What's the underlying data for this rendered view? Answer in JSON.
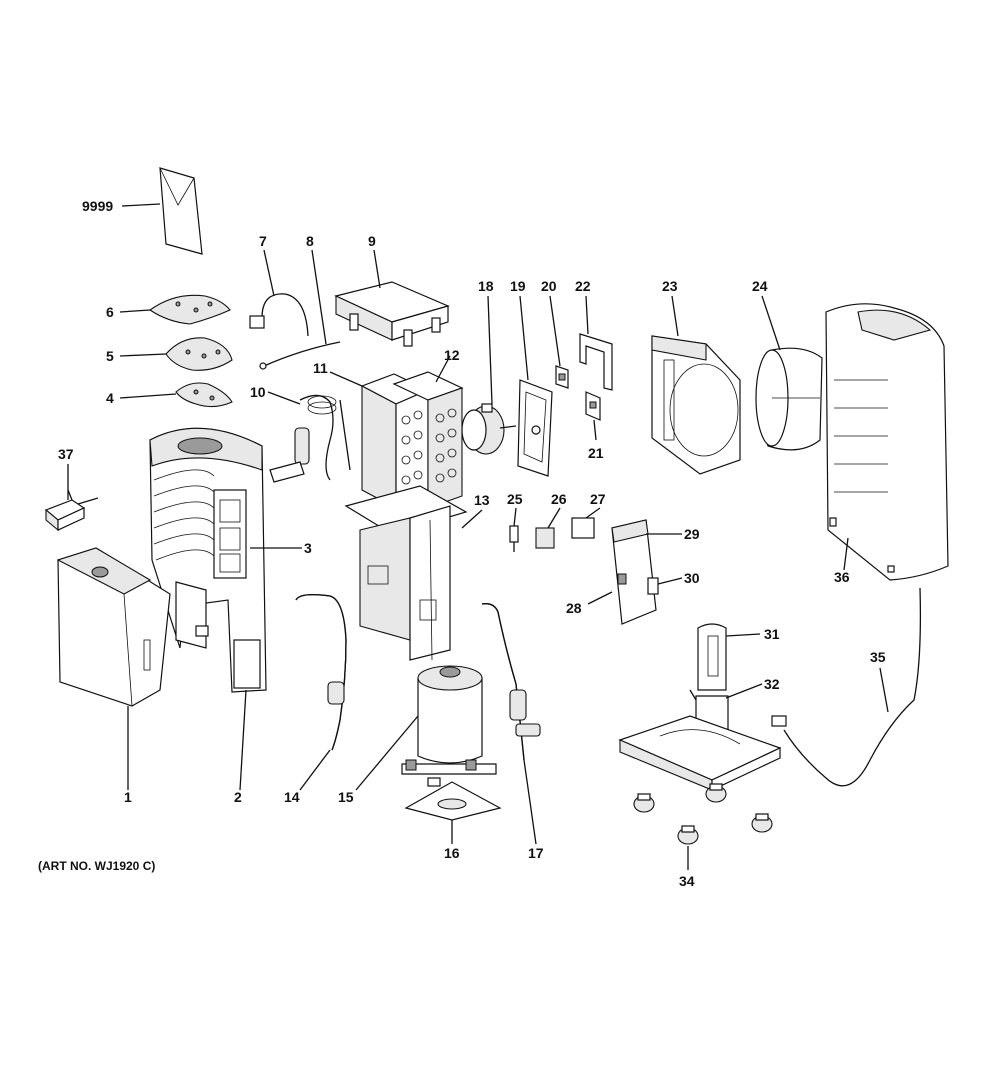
{
  "art_note": "(ART NO. WJ1920 C)",
  "callouts": {
    "c9999": "9999",
    "c1": "1",
    "c2": "2",
    "c3": "3",
    "c4": "4",
    "c5": "5",
    "c6": "6",
    "c7": "7",
    "c8": "8",
    "c9": "9",
    "c10": "10",
    "c11": "11",
    "c12": "12",
    "c13": "13",
    "c14": "14",
    "c15": "15",
    "c16": "16",
    "c17": "17",
    "c18": "18",
    "c19": "19",
    "c20": "20",
    "c21": "21",
    "c22": "22",
    "c23": "23",
    "c24": "24",
    "c25": "25",
    "c26": "26",
    "c27": "27",
    "c28": "28",
    "c29": "29",
    "c30": "30",
    "c31": "31",
    "c32": "32",
    "c34": "34",
    "c35": "35",
    "c36": "36",
    "c37": "37"
  }
}
